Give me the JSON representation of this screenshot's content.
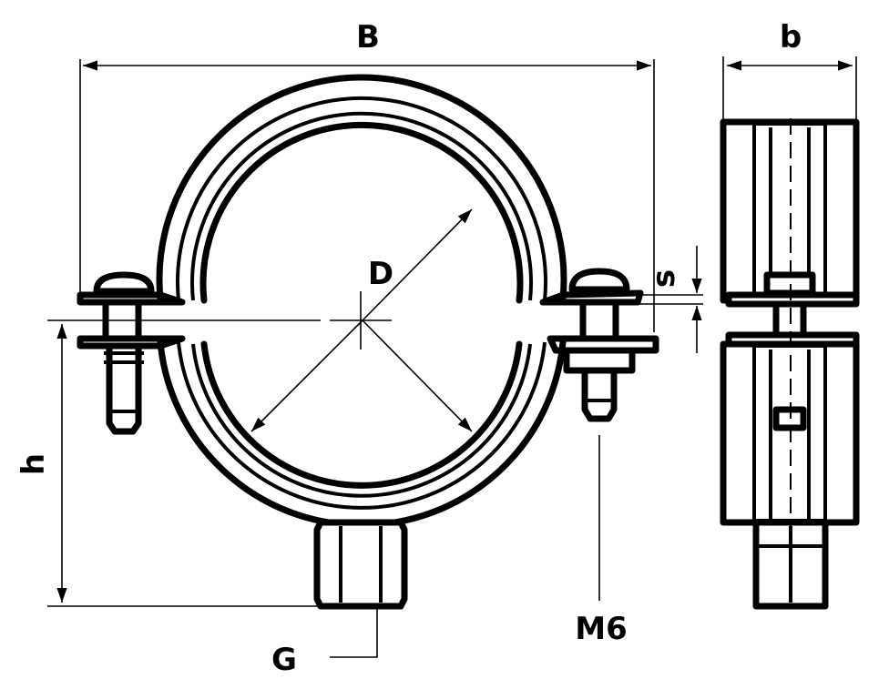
{
  "labels": {
    "B": "B",
    "b": "b",
    "D": "D",
    "s": "s",
    "h": "h",
    "G": "G",
    "M6": "M6"
  },
  "colors": {
    "line": "#000000",
    "background": "#ffffff"
  }
}
